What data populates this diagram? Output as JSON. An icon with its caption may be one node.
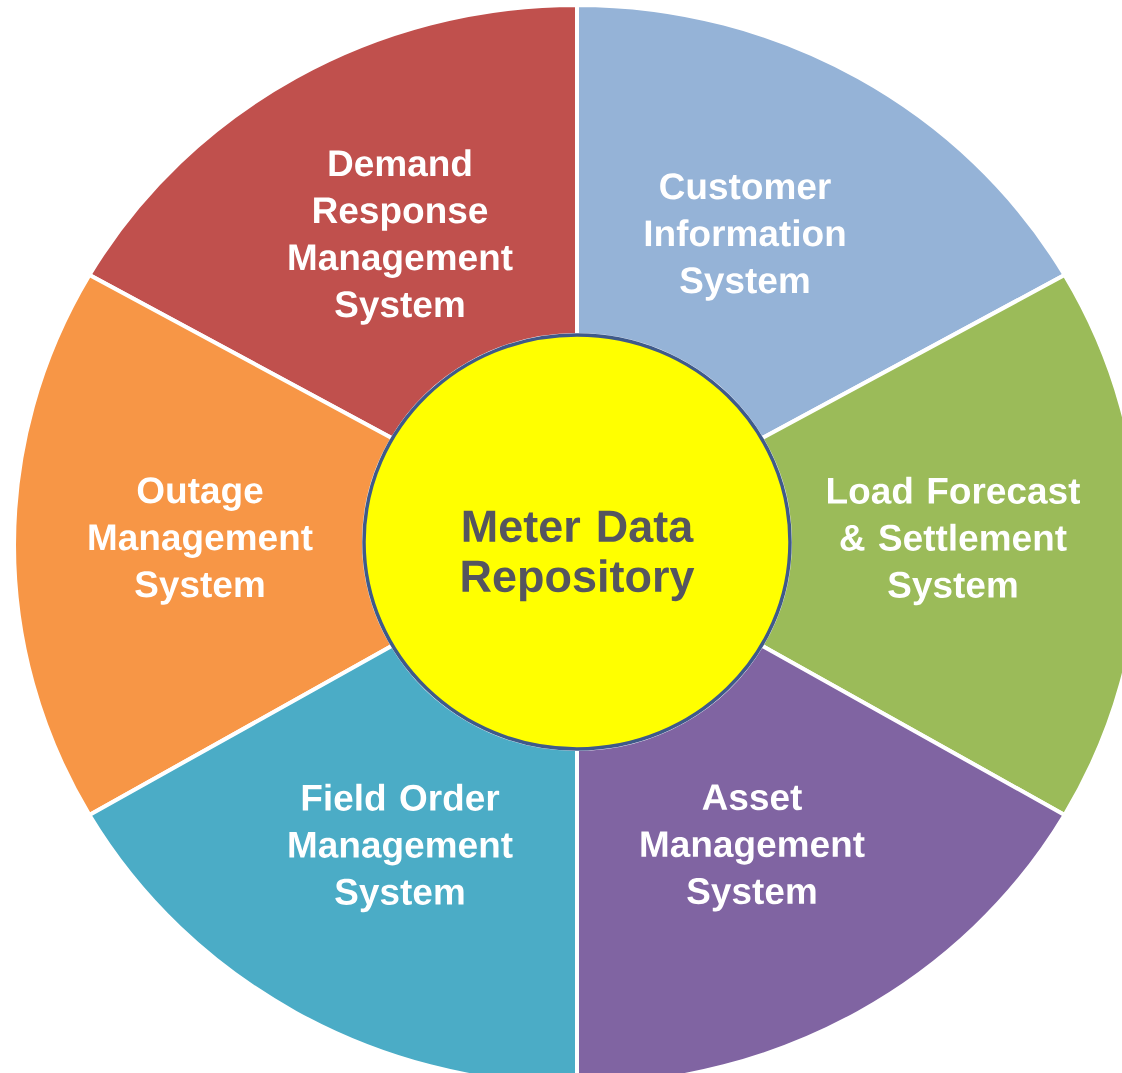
{
  "diagram": {
    "nodes": [
      {
        "text": [
          "Demand Response Management System"
        ]
      },
      {
        "text": [
          "Customer Information System"
        ]
      },
      {
        "text": [
          "Outage Management System"
        ]
      },
      {
        "text": [
          "Meter Data Repository"
        ]
      },
      {
        "text": [
          "Load Forecast & Settlement System"
        ]
      },
      {
        "text": [
          "Field Order Management System"
        ]
      },
      {
        "text": [
          "Asset Management System"
        ]
      }
    ]
  }
}
